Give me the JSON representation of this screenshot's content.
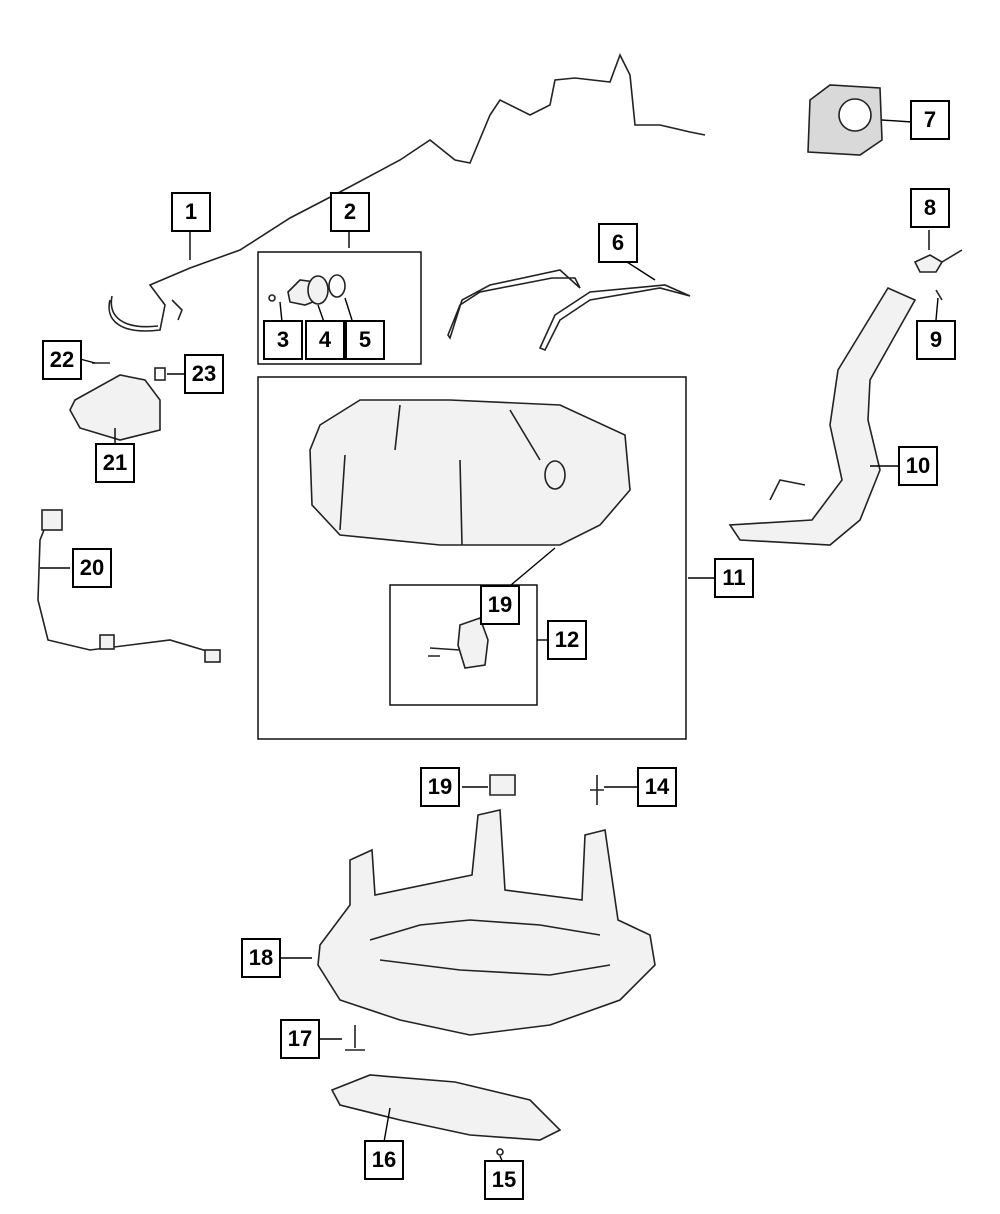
{
  "diagram": {
    "callouts": [
      {
        "id": "c1",
        "label": "1"
      },
      {
        "id": "c2",
        "label": "2"
      },
      {
        "id": "c3",
        "label": "3"
      },
      {
        "id": "c4",
        "label": "4"
      },
      {
        "id": "c5",
        "label": "5"
      },
      {
        "id": "c6",
        "label": "6"
      },
      {
        "id": "c7",
        "label": "7"
      },
      {
        "id": "c8",
        "label": "8"
      },
      {
        "id": "c9",
        "label": "9"
      },
      {
        "id": "c10",
        "label": "10"
      },
      {
        "id": "c11",
        "label": "11"
      },
      {
        "id": "c12",
        "label": "12"
      },
      {
        "id": "c19a",
        "label": "19"
      },
      {
        "id": "c19b",
        "label": "19"
      },
      {
        "id": "c14",
        "label": "14"
      },
      {
        "id": "c15",
        "label": "15"
      },
      {
        "id": "c16",
        "label": "16"
      },
      {
        "id": "c17",
        "label": "17"
      },
      {
        "id": "c18",
        "label": "18"
      },
      {
        "id": "c20",
        "label": "20"
      },
      {
        "id": "c21",
        "label": "21"
      },
      {
        "id": "c22",
        "label": "22"
      },
      {
        "id": "c23",
        "label": "23"
      }
    ],
    "colors": {
      "line": "#222222",
      "fill": "#f2f2f2",
      "label_border": "#000000"
    }
  }
}
